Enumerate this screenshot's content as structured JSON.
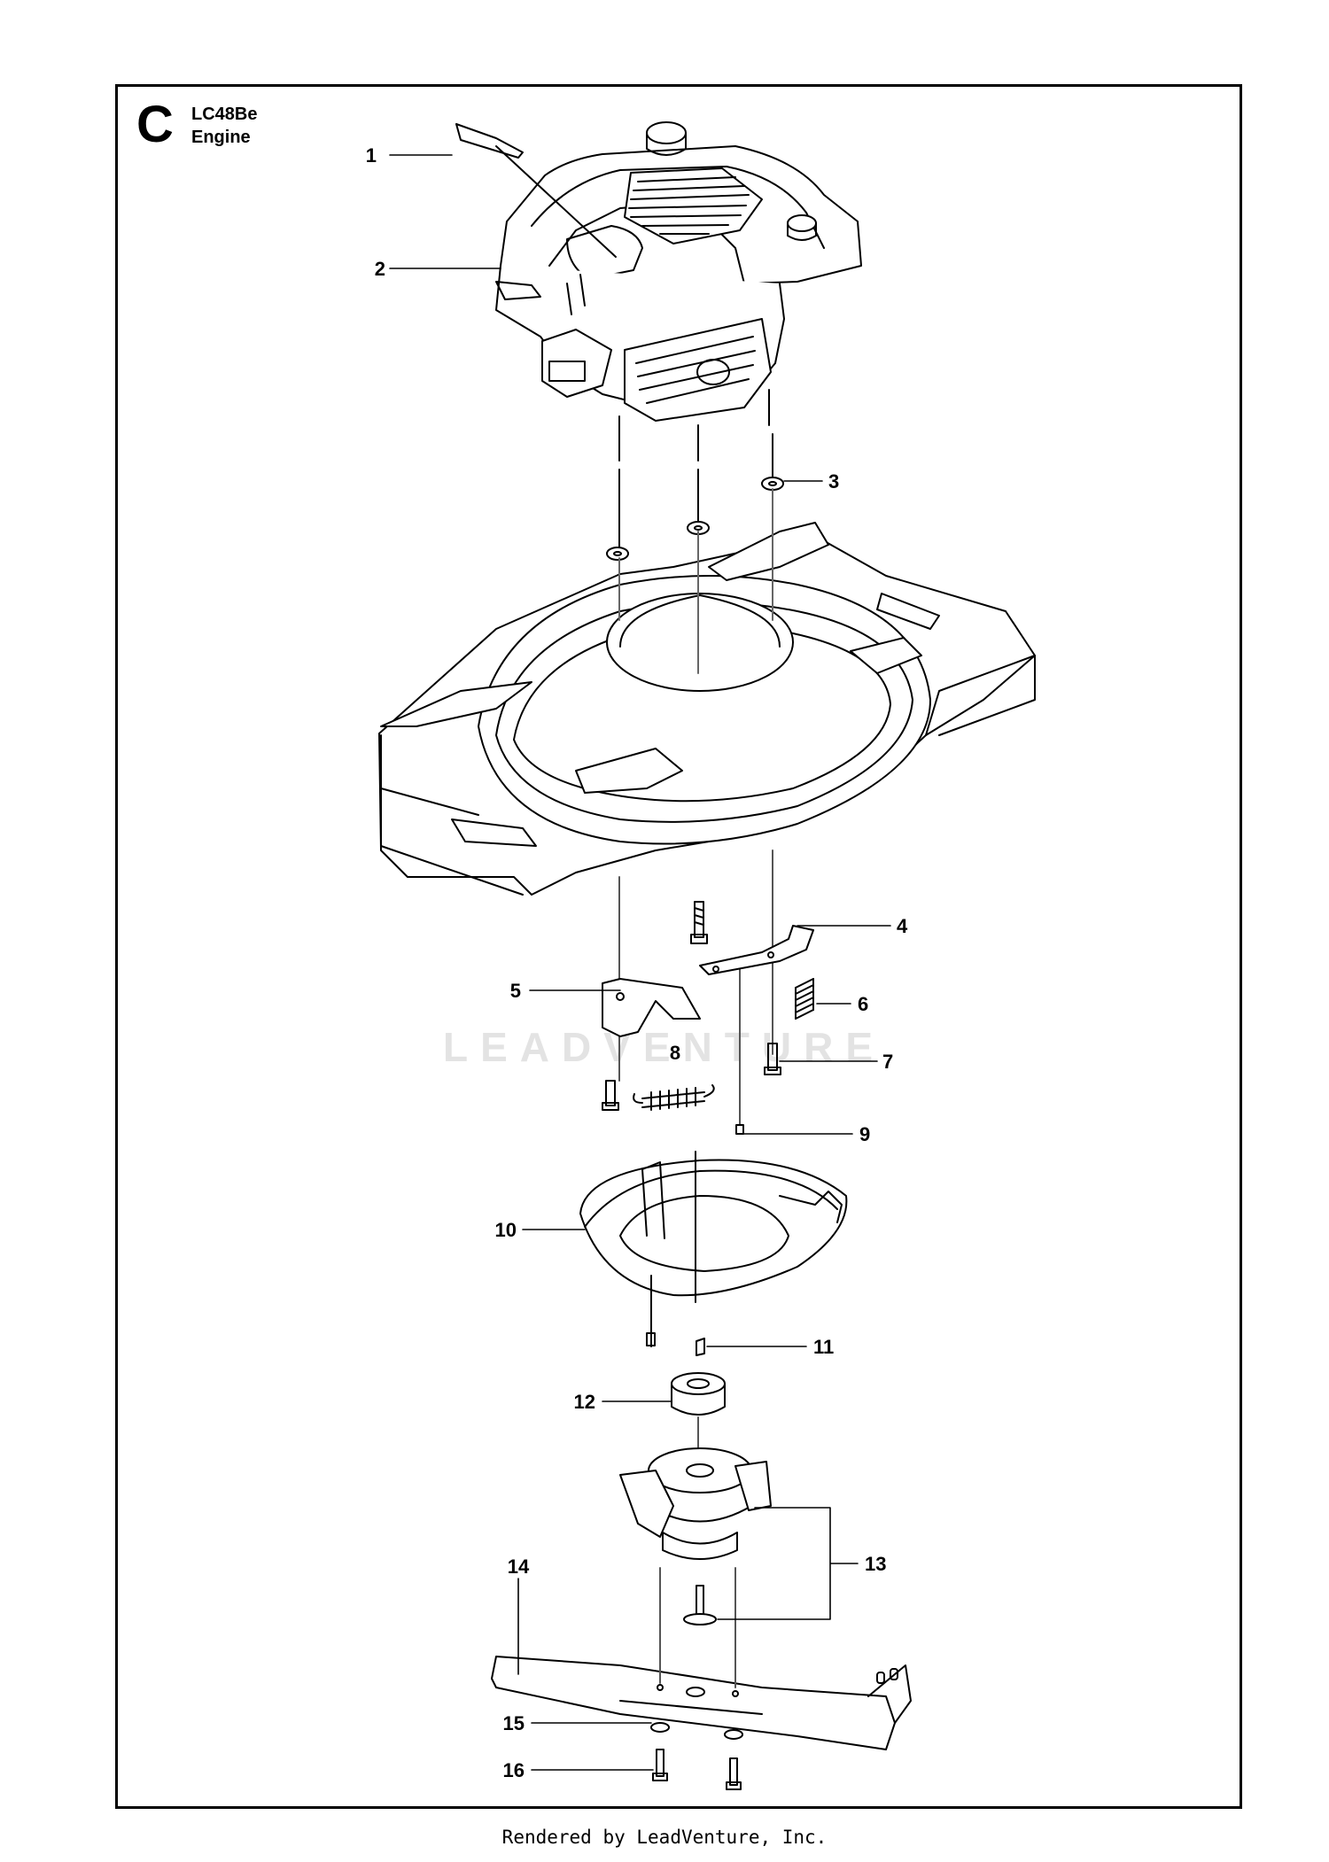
{
  "header": {
    "section_letter": "C",
    "model": "LC48Be",
    "title": "Engine"
  },
  "callouts": [
    {
      "id": "1",
      "label": "1",
      "part": "decal"
    },
    {
      "id": "2",
      "label": "2",
      "part": "engine"
    },
    {
      "id": "3",
      "label": "3",
      "part": "washer"
    },
    {
      "id": "4",
      "label": "4",
      "part": "bracket"
    },
    {
      "id": "5",
      "label": "5",
      "part": "bracket"
    },
    {
      "id": "6",
      "label": "6",
      "part": "spring"
    },
    {
      "id": "7",
      "label": "7",
      "part": "screw"
    },
    {
      "id": "8",
      "label": "8",
      "part": "spring"
    },
    {
      "id": "9",
      "label": "9",
      "part": "screw"
    },
    {
      "id": "10",
      "label": "10",
      "part": "blade-brake-cup"
    },
    {
      "id": "11",
      "label": "11",
      "part": "key"
    },
    {
      "id": "12",
      "label": "12",
      "part": "adapter"
    },
    {
      "id": "13",
      "label": "13",
      "part": "blade-brake-clutch"
    },
    {
      "id": "14",
      "label": "14",
      "part": "blade"
    },
    {
      "id": "15",
      "label": "15",
      "part": "washer"
    },
    {
      "id": "16",
      "label": "16",
      "part": "bolt"
    }
  ],
  "watermark": "LEADVENTURE",
  "footer": "Rendered by LeadVenture, Inc."
}
